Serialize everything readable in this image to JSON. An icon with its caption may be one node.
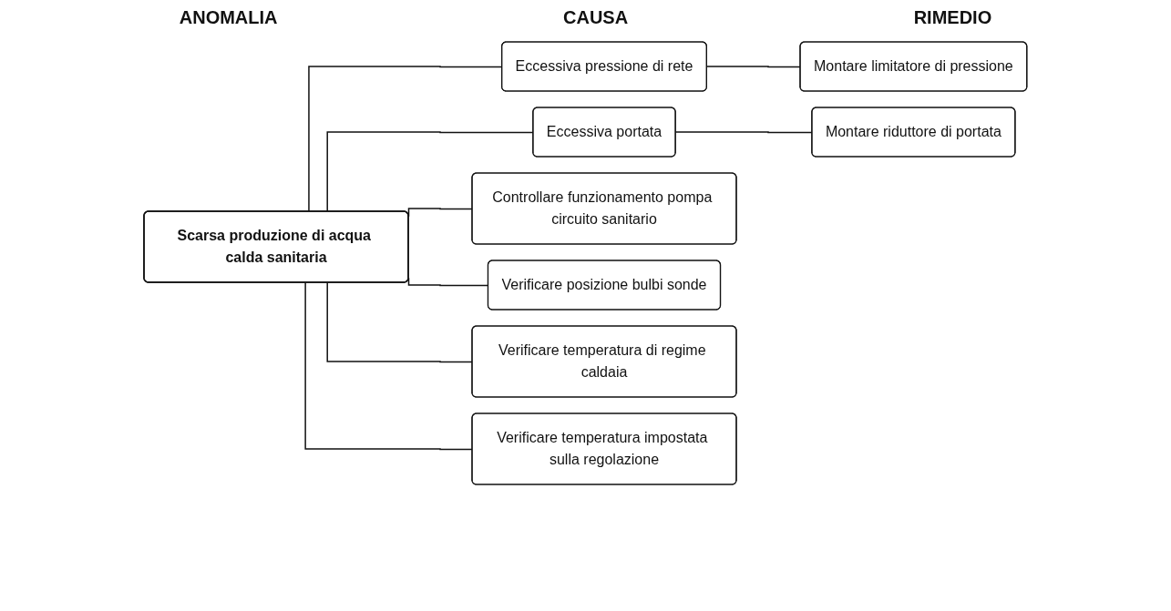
{
  "diagram": {
    "nodes": [
      {
        "text": [
          "Scarsa produzione di acqua calda sanitaria"
        ]
      },
      {
        "text": [
          "Eccessiva pressione di rete"
        ]
      },
      {
        "text": [
          "Eccessiva portata"
        ]
      },
      {
        "text": [
          "Montare limitatore di pressione"
        ]
      },
      {
        "text": [
          "Montare riduttore di portata"
        ]
      },
      {
        "text": [
          "Controllare funzionamento pompa circuito sanitario"
        ]
      },
      {
        "text": [
          "Verificare posizione bulbi sonde"
        ]
      },
      {
        "text": [
          "Verificare temperatura di regime caldaia"
        ]
      },
      {
        "text": [
          "Verificare temperatura impostata sulla regolazione"
        ]
      }
    ],
    "edges": [
      {
        "from": 0,
        "to": 1,
        "arrow": "none"
      },
      {
        "from": 0,
        "to": 2,
        "arrow": "none"
      },
      {
        "from": 1,
        "to": 3,
        "arrow": "none"
      },
      {
        "from": 2,
        "to": 4,
        "arrow": "none"
      },
      {
        "from": 0,
        "to": 5,
        "arrow": "none"
      },
      {
        "from": 0,
        "to": 6,
        "arrow": "none"
      },
      {
        "from": 0,
        "to": 7,
        "arrow": "none"
      },
      {
        "from": 0,
        "to": 8,
        "arrow": "none"
      }
    ],
    "labels": [
      "ANOMALIA",
      "CAUSA",
      "RIMEDIO"
    ]
  }
}
